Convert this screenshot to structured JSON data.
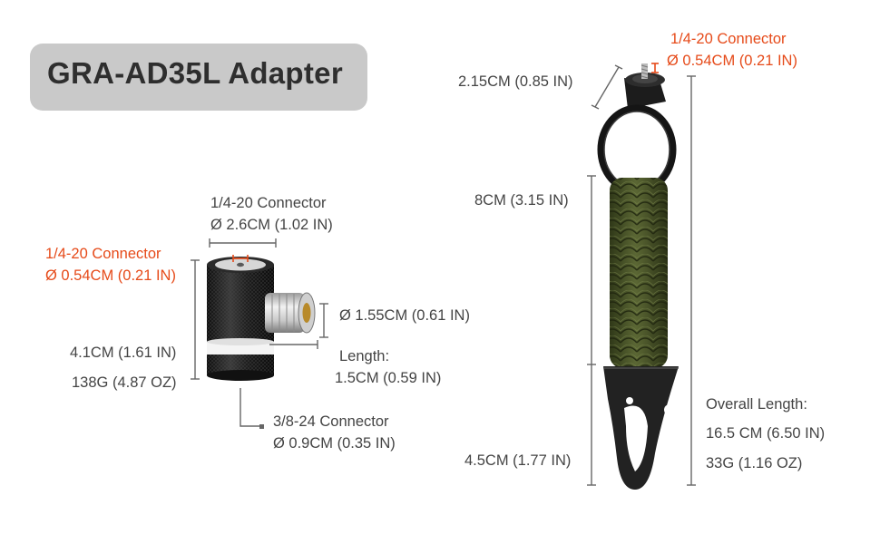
{
  "title": "GRA-AD35L Adapter",
  "adapter": {
    "top_connector_line1": "1/4-20 Connector",
    "top_connector_line2": "Ø 2.6CM (1.02 IN)",
    "inner_connector_line1": "1/4-20 Connector",
    "inner_connector_line2": "Ø 0.54CM (0.21 IN)",
    "side_diameter": "Ø 1.55CM  (0.61 IN)",
    "length_label": "Length:",
    "length_value": "1.5CM (0.59 IN)",
    "height": "4.1CM (1.61 IN)",
    "weight": "138G (4.87 OZ)",
    "bottom_connector_line1": "3/8-24 Connector",
    "bottom_connector_line2": "Ø 0.9CM (0.35 IN)"
  },
  "keychain": {
    "connector_line1": "1/4-20 Connector",
    "connector_line2": "Ø 0.54CM (0.21 IN)",
    "head_size": "2.15CM (0.85 IN)",
    "cord_length": "8CM (3.15 IN)",
    "hook_length": "4.5CM (1.77 IN)",
    "overall_label": "Overall Length:",
    "overall_value": "16.5 CM (6.50 IN)",
    "weight": "33G (1.16 OZ)"
  },
  "colors": {
    "accent_red": "#e64a19",
    "paracord_green": "#4e5a2c",
    "metal_black": "#1a1a1a",
    "title_box": "#c9c9c9"
  }
}
